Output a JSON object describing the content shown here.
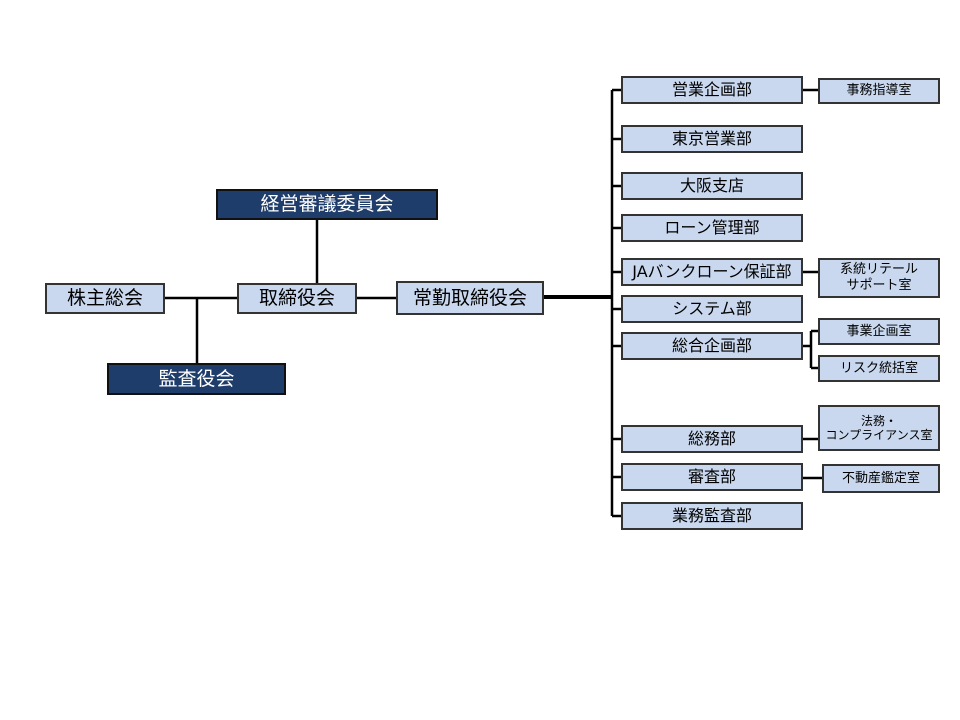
{
  "org_chart": {
    "shareholders_meeting": "株主総会",
    "board_of_directors": "取締役会",
    "management_council": "経営審議委員会",
    "audit_board": "監査役会",
    "executive_board": "常勤取締役会",
    "departments": {
      "sales_planning": "営業企画部",
      "tokyo_sales": "東京営業部",
      "osaka_branch": "大阪支店",
      "loan_management": "ローン管理部",
      "ja_bank_loan_guarantee": "JAバンクローン保証部",
      "systems": "システム部",
      "corporate_planning": "総合企画部",
      "general_affairs": "総務部",
      "examination": "審査部",
      "internal_audit": "業務監査部"
    },
    "offices": {
      "business_guidance": "事務指導室",
      "retail_support": "系統リテール\nサポート室",
      "business_planning": "事業企画室",
      "risk_management": "リスク統括室",
      "legal_compliance": "法務・\nコンプライアンス室",
      "real_estate_appraisal": "不動産鑑定室"
    }
  }
}
